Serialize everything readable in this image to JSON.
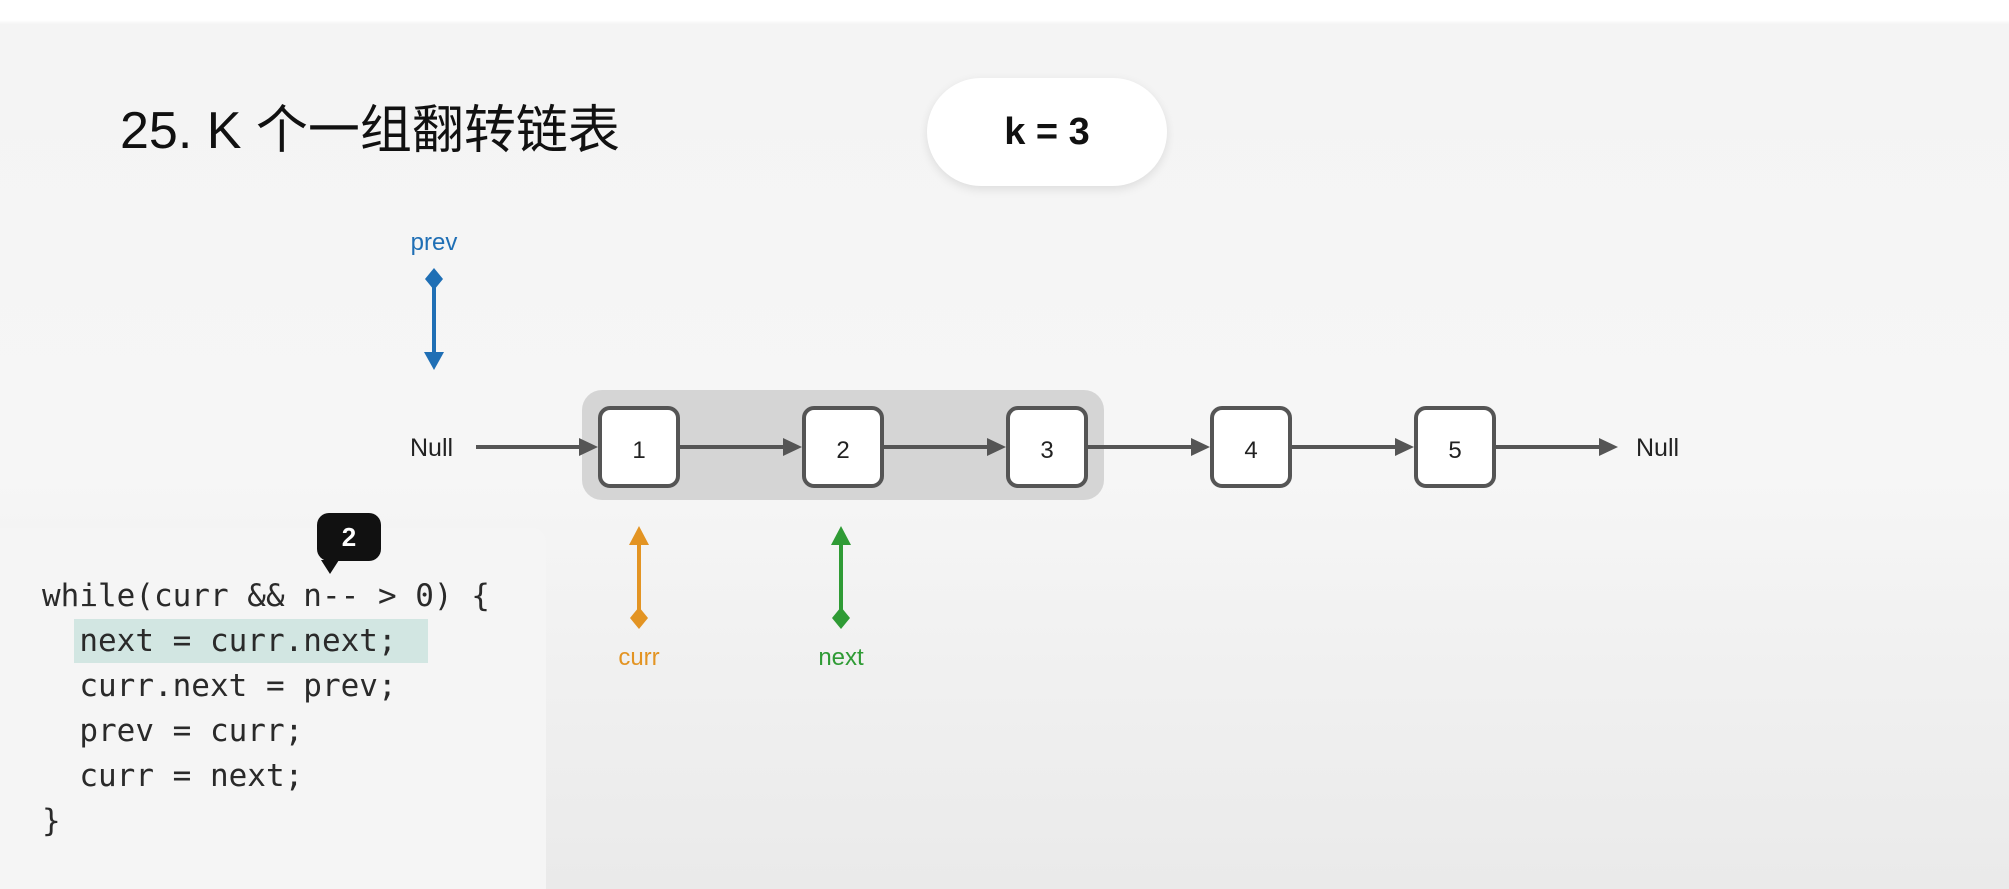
{
  "title": "25. K 个一组翻转链表",
  "k_label": "k = 3",
  "colors": {
    "prev": "#1f6fb5",
    "curr": "#e39423",
    "next": "#2f9b35",
    "arrow": "#555555",
    "group_bg": "#d5d5d5",
    "code_highlight": "#d2e6e2"
  },
  "list": {
    "head_label": "Null",
    "tail_label": "Null",
    "nodes": [
      "1",
      "2",
      "3",
      "4",
      "5"
    ],
    "highlighted_group": [
      "1",
      "2",
      "3"
    ]
  },
  "pointers": {
    "prev": "prev",
    "curr": "curr",
    "next": "next"
  },
  "code": {
    "step_badge": "2",
    "lines": [
      "while(curr && n-- > 0) {",
      "  next = curr.next;",
      "  curr.next = prev;",
      "  prev = curr;",
      "  curr = next;",
      "}"
    ],
    "highlighted_line": 1
  }
}
